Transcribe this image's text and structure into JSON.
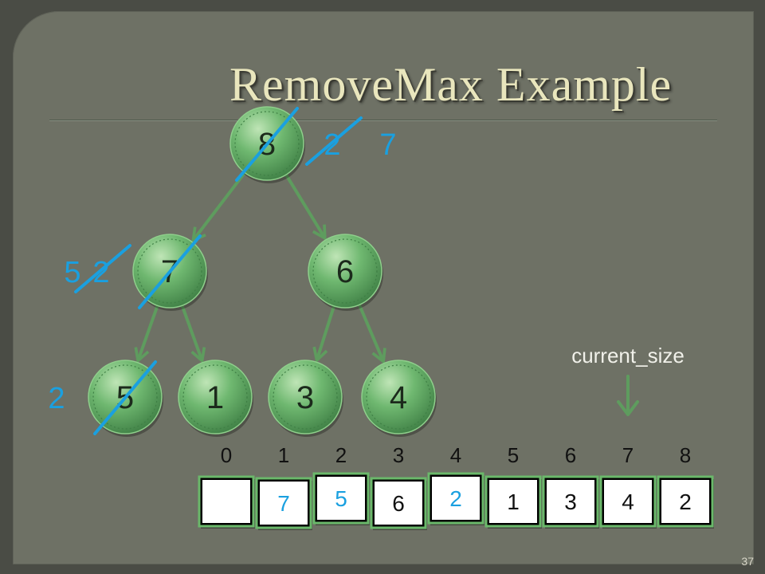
{
  "slide": {
    "title": "RemoveMax Example",
    "page_number": "37"
  },
  "tree": {
    "nodes": [
      {
        "label": "8",
        "struck": true
      },
      {
        "label": "7",
        "struck": true
      },
      {
        "label": "6",
        "struck": false
      },
      {
        "label": "5",
        "struck": true
      },
      {
        "label": "1",
        "struck": false
      },
      {
        "label": "3",
        "struck": false
      },
      {
        "label": "4",
        "struck": false
      }
    ],
    "edges": [
      [
        0,
        1
      ],
      [
        0,
        2
      ],
      [
        1,
        3
      ],
      [
        1,
        4
      ],
      [
        2,
        5
      ],
      [
        2,
        6
      ]
    ],
    "annotations": [
      {
        "text": "2",
        "struck": true,
        "at_node": 0,
        "side": "right",
        "slot": 0
      },
      {
        "text": "7",
        "struck": false,
        "at_node": 0,
        "side": "right",
        "slot": 1
      },
      {
        "text": "2",
        "struck": true,
        "at_node": 1,
        "side": "left",
        "slot": 0
      },
      {
        "text": "5",
        "struck": false,
        "at_node": 1,
        "side": "left",
        "slot": 1
      },
      {
        "text": "2",
        "struck": false,
        "at_node": 3,
        "side": "left",
        "slot": 0
      }
    ]
  },
  "pointer": {
    "label": "current_size",
    "target_index": 7
  },
  "array": {
    "indices": [
      "0",
      "1",
      "2",
      "3",
      "4",
      "5",
      "6",
      "7",
      "8"
    ],
    "cells": [
      {
        "value": "",
        "changed": false
      },
      {
        "value": "7",
        "changed": true
      },
      {
        "value": "5",
        "changed": true
      },
      {
        "value": "6",
        "changed": false
      },
      {
        "value": "2",
        "changed": true
      },
      {
        "value": "1",
        "changed": false
      },
      {
        "value": "3",
        "changed": false
      },
      {
        "value": "4",
        "changed": false
      },
      {
        "value": "2",
        "changed": false
      }
    ]
  },
  "colors": {
    "slide_background": "#6e7165",
    "title": "#e9e6bd",
    "node_fill": "#5fa864",
    "edge": "#5e9c5e",
    "strike": "#1aa0e0",
    "changed_value": "#1aa0e0",
    "array_fill": "#000000",
    "array_border": "#6ab86a"
  }
}
